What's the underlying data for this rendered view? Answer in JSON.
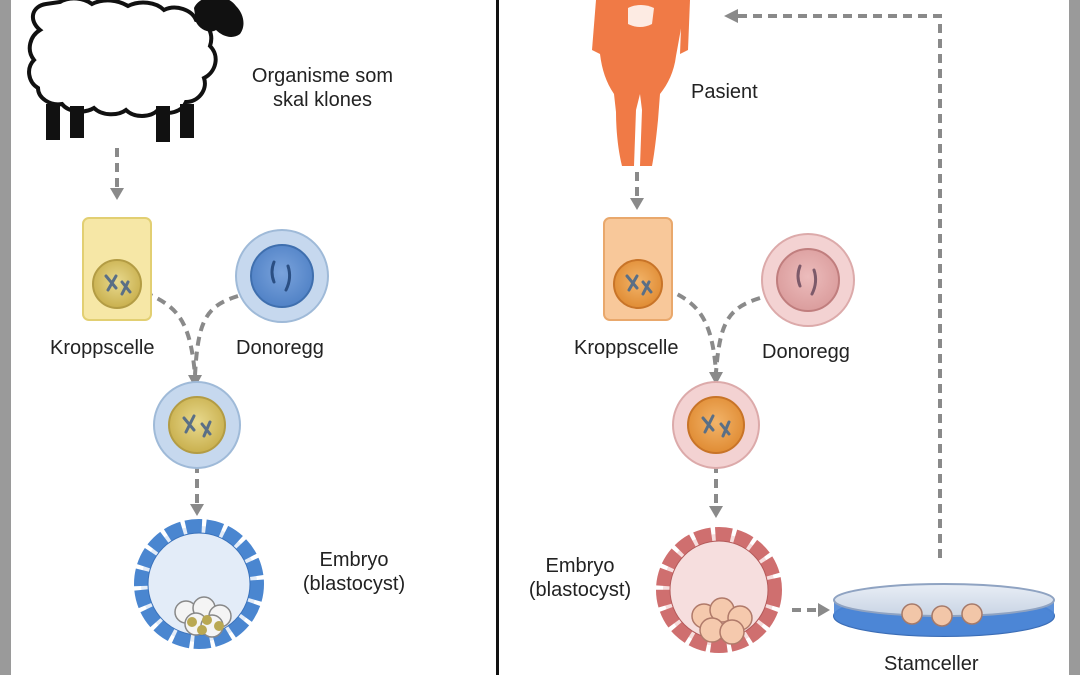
{
  "left_panel": {
    "organism_label_line1": "Organisme som",
    "organism_label_line2": "skal klones",
    "body_cell_label": "Kroppscelle",
    "donor_egg_label": "Donoregg",
    "embryo_label_line1": "Embryo",
    "embryo_label_line2": "(blastocyst)",
    "organism_icon": "sheep-icon"
  },
  "right_panel": {
    "patient_label": "Pasient",
    "body_cell_label": "Kroppscelle",
    "donor_egg_label": "Donoregg",
    "embryo_label_line1": "Embryo",
    "embryo_label_line2": "(blastocyst)",
    "stem_cells_label": "Stamceller",
    "patient_icon": "human-body-icon"
  },
  "colors": {
    "frame_gray": "#9a9a9a",
    "divider": "#111111",
    "arrow": "#8a8a8a",
    "left_cell_fill": "#f6e7a6",
    "left_egg_fill": "#c6d8ee",
    "left_blastocyst": "#4a86d0",
    "patient_orange": "#f07a46",
    "right_cell_fill": "#f8c89a",
    "right_egg_fill": "#f3d2d2",
    "right_blastocyst": "#cf6f6f",
    "dish_blue": "#4d86d6"
  }
}
